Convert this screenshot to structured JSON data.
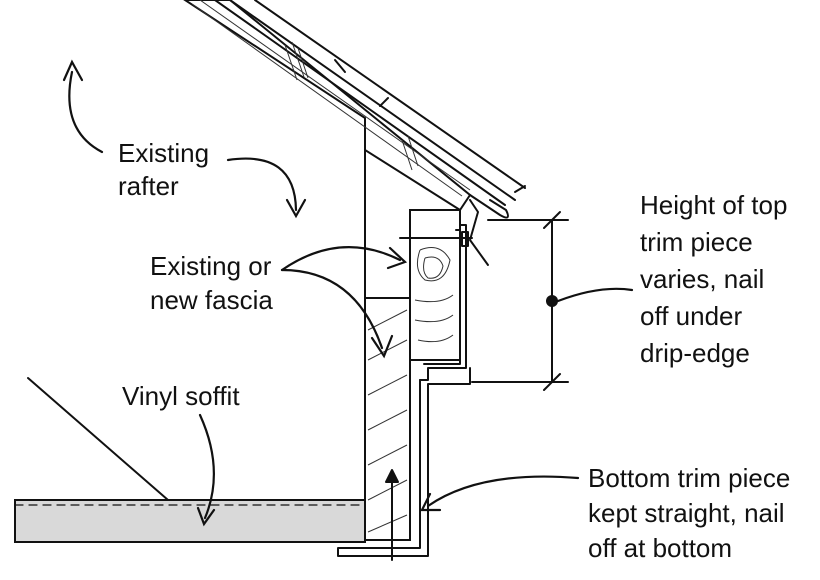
{
  "labels": {
    "rafter_line1": "Existing",
    "rafter_line2": "rafter",
    "fascia_line1": "Existing or",
    "fascia_line2": "new fascia",
    "soffit": "Vinyl soffit",
    "top_trim_line1": "Height of top",
    "top_trim_line2": "trim piece",
    "top_trim_line3": "varies, nail",
    "top_trim_line4": "off under",
    "top_trim_line5": "drip-edge",
    "bottom_trim_line1": "Bottom trim piece",
    "bottom_trim_line2": "kept straight, nail",
    "bottom_trim_line3": "off at bottom"
  },
  "colors": {
    "ink": "#111111",
    "soffit_fill": "#d9d9d9",
    "background": "#ffffff"
  }
}
